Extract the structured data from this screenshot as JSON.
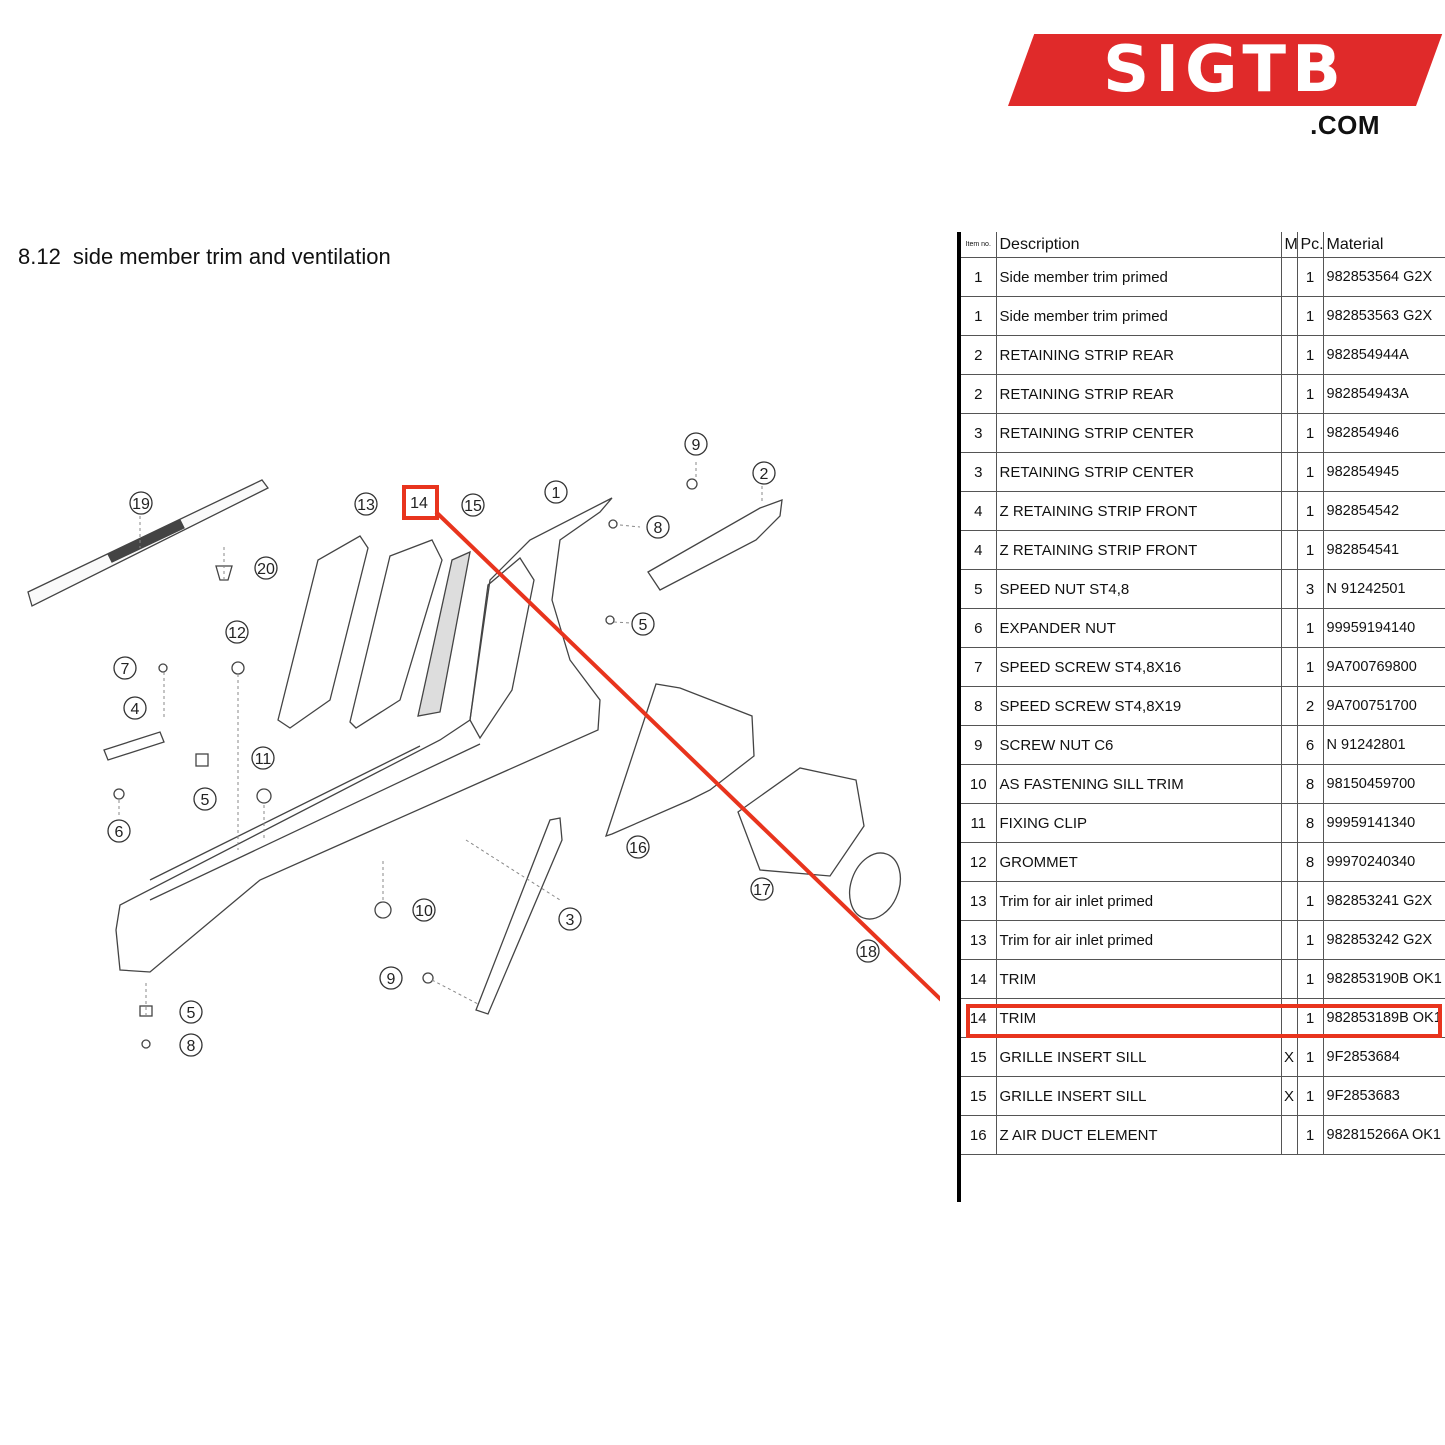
{
  "logo": {
    "text": "SIGTB",
    "suffix": ".COM"
  },
  "page": {
    "section": "8.12",
    "title": "side member trim and ventilation"
  },
  "diagram": {
    "callouts": [
      "19",
      "20",
      "13",
      "14",
      "15",
      "1",
      "9",
      "2",
      "8",
      "5",
      "12",
      "7",
      "4",
      "5",
      "6",
      "11",
      "10",
      "3",
      "9",
      "5",
      "8",
      "16",
      "17",
      "18"
    ],
    "highlighted_callout": "14",
    "highlight_color": "#e8341d"
  },
  "table": {
    "headers": {
      "item": "Item no.",
      "description": "Description",
      "m": "M",
      "pc": "Pc.",
      "material": "Material"
    },
    "rows": [
      {
        "item": "1",
        "description": "Side member trim primed",
        "m": "",
        "pc": "1",
        "material": "982853564 G2X"
      },
      {
        "item": "1",
        "description": "Side member trim primed",
        "m": "",
        "pc": "1",
        "material": "982853563 G2X"
      },
      {
        "item": "2",
        "description": "RETAINING STRIP REAR",
        "m": "",
        "pc": "1",
        "material": "982854944A"
      },
      {
        "item": "2",
        "description": "RETAINING STRIP REAR",
        "m": "",
        "pc": "1",
        "material": "982854943A"
      },
      {
        "item": "3",
        "description": "RETAINING STRIP CENTER",
        "m": "",
        "pc": "1",
        "material": "982854946"
      },
      {
        "item": "3",
        "description": "RETAINING STRIP CENTER",
        "m": "",
        "pc": "1",
        "material": "982854945"
      },
      {
        "item": "4",
        "description": "Z RETAINING STRIP FRONT",
        "m": "",
        "pc": "1",
        "material": "982854542"
      },
      {
        "item": "4",
        "description": "Z RETAINING STRIP FRONT",
        "m": "",
        "pc": "1",
        "material": "982854541"
      },
      {
        "item": "5",
        "description": "SPEED NUT ST4,8",
        "m": "",
        "pc": "3",
        "material": "N 91242501"
      },
      {
        "item": "6",
        "description": "EXPANDER NUT",
        "m": "",
        "pc": "1",
        "material": "99959194140"
      },
      {
        "item": "7",
        "description": "SPEED SCREW ST4,8X16",
        "m": "",
        "pc": "1",
        "material": "9A700769800"
      },
      {
        "item": "8",
        "description": "SPEED SCREW ST4,8X19",
        "m": "",
        "pc": "2",
        "material": "9A700751700"
      },
      {
        "item": "9",
        "description": "SCREW NUT C6",
        "m": "",
        "pc": "6",
        "material": "N 91242801"
      },
      {
        "item": "10",
        "description": "AS FASTENING SILL TRIM",
        "m": "",
        "pc": "8",
        "material": "98150459700"
      },
      {
        "item": "11",
        "description": "FIXING CLIP",
        "m": "",
        "pc": "8",
        "material": "99959141340"
      },
      {
        "item": "12",
        "description": "GROMMET",
        "m": "",
        "pc": "8",
        "material": "99970240340"
      },
      {
        "item": "13",
        "description": "Trim for air inlet primed",
        "m": "",
        "pc": "1",
        "material": "982853241 G2X"
      },
      {
        "item": "13",
        "description": "Trim for air inlet primed",
        "m": "",
        "pc": "1",
        "material": "982853242 G2X"
      },
      {
        "item": "14",
        "description": "TRIM",
        "m": "",
        "pc": "1",
        "material": "982853190B OK1"
      },
      {
        "item": "14",
        "description": "TRIM",
        "m": "",
        "pc": "1",
        "material": "982853189B OK1"
      },
      {
        "item": "15",
        "description": "GRILLE INSERT SILL",
        "m": "X",
        "pc": "1",
        "material": "9F2853684"
      },
      {
        "item": "15",
        "description": "GRILLE INSERT SILL",
        "m": "X",
        "pc": "1",
        "material": "9F2853683"
      },
      {
        "item": "16",
        "description": "Z AIR DUCT ELEMENT",
        "m": "",
        "pc": "1",
        "material": "982815266A OK1"
      }
    ],
    "highlighted_row_index": 19
  }
}
